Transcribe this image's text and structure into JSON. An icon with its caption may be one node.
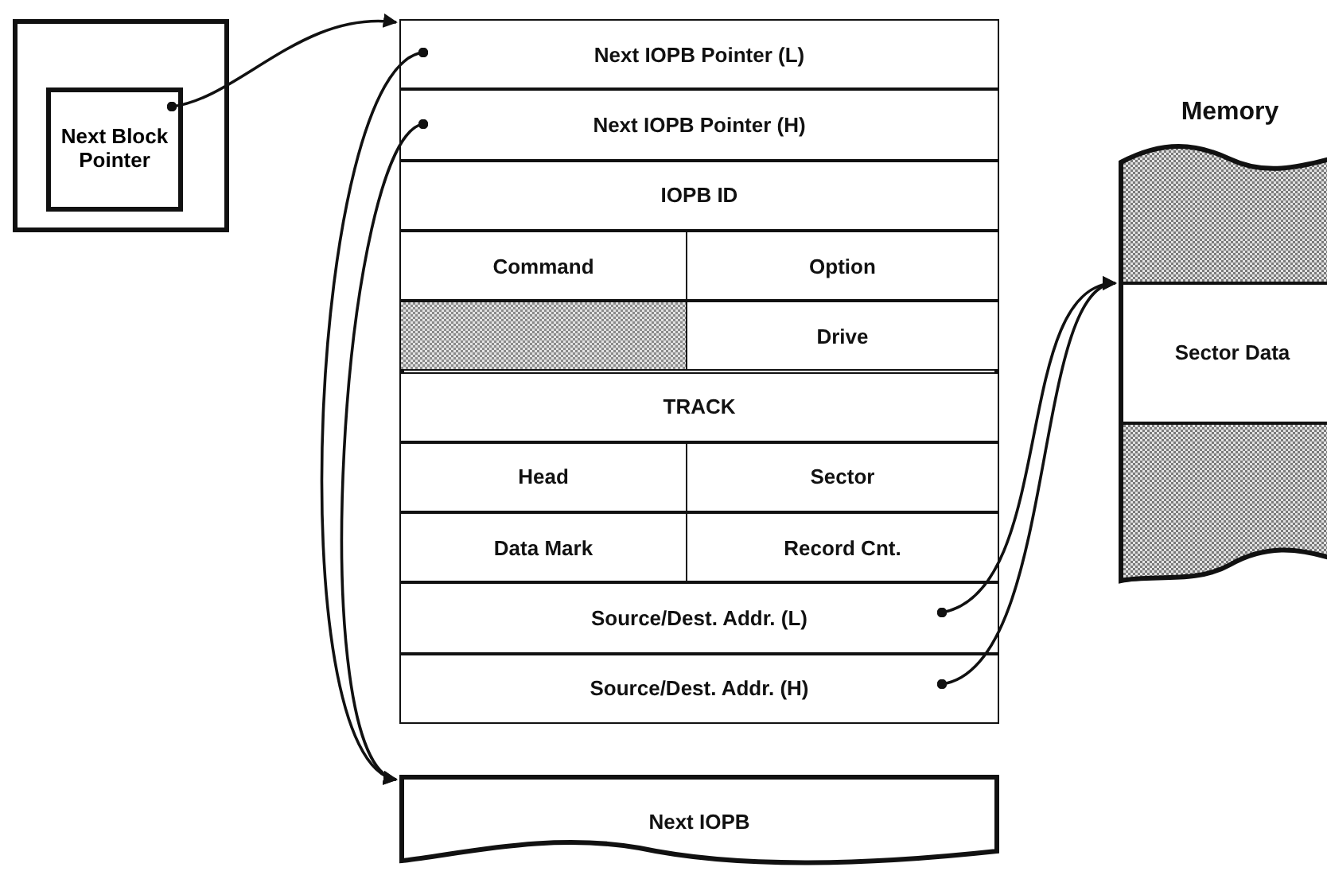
{
  "diagram": {
    "nodes": [
      {
        "text": [],
        "shape": "box"
      },
      {
        "text": [
          "Next Block Pointer"
        ],
        "in": 0
      },
      {
        "text": [],
        "shape": "box"
      },
      {
        "text": [
          "Next IOPB Pointer (L)"
        ],
        "in": 2
      },
      {
        "text": [
          "Next IOPB Pointer (H)"
        ],
        "in": 2
      },
      {
        "text": [
          "IOPB ID"
        ],
        "in": 2
      },
      {
        "text": [
          "Command"
        ],
        "in": 2
      },
      {
        "text": [
          "Option"
        ],
        "in": 2
      },
      {
        "text": [],
        "shape": "box",
        "in": 2
      },
      {
        "text": [
          "Drive"
        ],
        "in": 2
      },
      {
        "text": [
          "TRACK"
        ],
        "in": 2
      },
      {
        "text": [
          "Head"
        ],
        "in": 2
      },
      {
        "text": [
          "Sector"
        ],
        "in": 2
      },
      {
        "text": [
          "Data Mark"
        ],
        "in": 2
      },
      {
        "text": [
          "Record Cnt."
        ],
        "in": 2
      },
      {
        "text": [
          "Source/Dest. Addr. (L)"
        ],
        "in": 2
      },
      {
        "text": [
          "Source/Dest. Addr. (H)"
        ],
        "in": 2
      },
      {
        "text": [
          "Next IOPB"
        ]
      },
      {
        "text": [
          "Memory"
        ]
      },
      {
        "text": [
          "Sector Data"
        ],
        "in": 18
      }
    ],
    "edges": [
      {
        "from": 1,
        "to": 2,
        "arrow": "to"
      },
      {
        "from": 3,
        "to": 17,
        "arrow": "to"
      },
      {
        "from": 4,
        "to": 17,
        "arrow": "to"
      },
      {
        "from": 15,
        "to": 19,
        "arrow": "to"
      },
      {
        "from": 16,
        "to": 19,
        "arrow": "to"
      }
    ]
  }
}
